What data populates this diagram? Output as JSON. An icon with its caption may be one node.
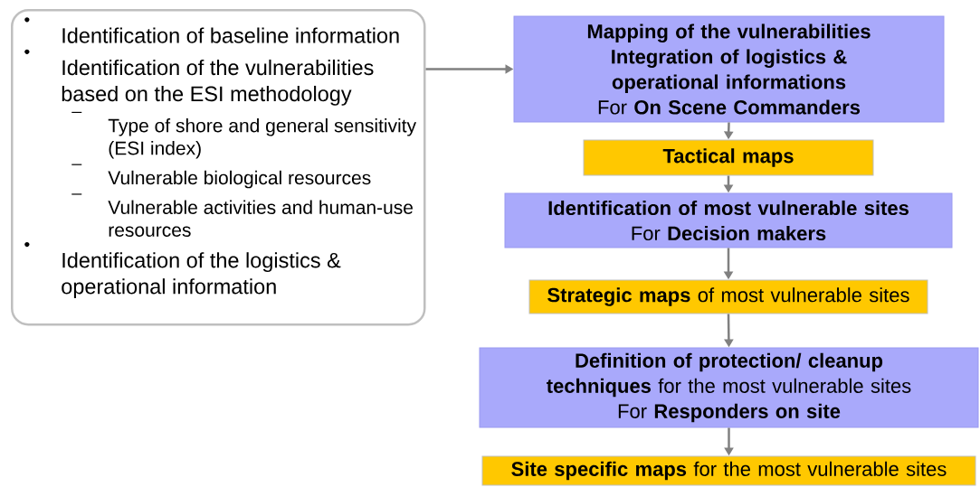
{
  "diagram": {
    "nodes": [
      {
        "text": [
          "Identification of baseline information",
          "Identification of the vulnerabilities based on the ESI methodology",
          "Type of shore and general sensitivity (ESI index)",
          "Vulnerable biological resources",
          "Vulnerable activities and human-use resources",
          "Identification of the logistics & operational information"
        ]
      },
      {
        "text": [
          "Mapping of the vulnerabilities",
          "Integration of logistics & operational informations",
          "For **On Scene Commanders**"
        ]
      },
      {
        "text": [
          "Tactical maps"
        ]
      },
      {
        "text": [
          "Identification of most vulnerable sites",
          "For **Decision makers**"
        ]
      },
      {
        "text": [
          "**Strategic maps** of most vulnerable sites"
        ]
      },
      {
        "text": [
          "**Definition of protection/ cleanup techniques** for the most vulnerable sites",
          "For **Responders  on site**"
        ]
      },
      {
        "text": [
          "**Site specific maps** for the most vulnerable sites"
        ]
      }
    ],
    "edges": [
      {
        "from": 0,
        "to": 1,
        "arrow": "to"
      },
      {
        "from": 1,
        "to": 2,
        "arrow": "to"
      },
      {
        "from": 2,
        "to": 3,
        "arrow": "to"
      },
      {
        "from": 3,
        "to": 4,
        "arrow": "to"
      },
      {
        "from": 4,
        "to": 5,
        "arrow": "to"
      },
      {
        "from": 5,
        "to": 6,
        "arrow": "to"
      }
    ]
  }
}
